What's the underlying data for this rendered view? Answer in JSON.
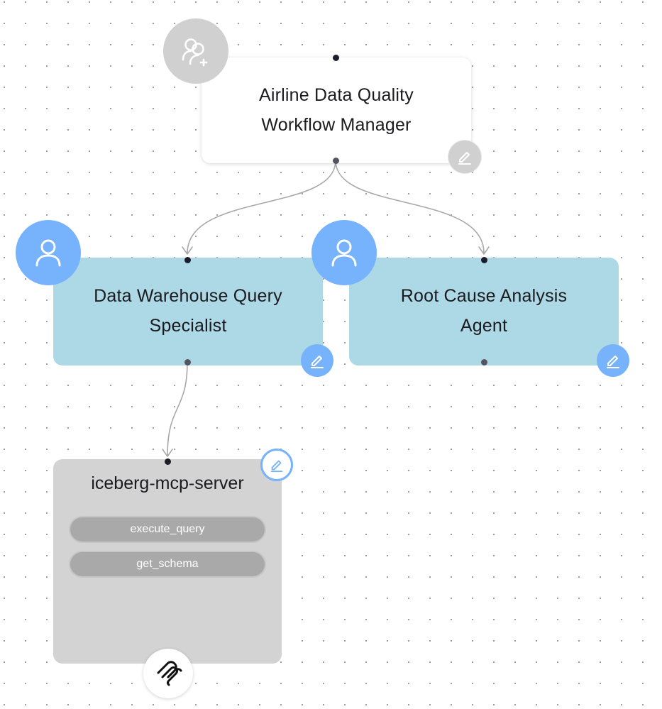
{
  "nodes": {
    "manager": {
      "label_line1": "Airline Data Quality",
      "label_line2": "Workflow Manager",
      "icon": "user-search-plus-icon",
      "edit_icon": "pencil-icon"
    },
    "agent_1": {
      "label_line1": "Data Warehouse Query",
      "label_line2": "Specialist",
      "icon": "user-icon",
      "edit_icon": "pencil-icon"
    },
    "agent_2": {
      "label_line1": "Root Cause Analysis",
      "label_line2": "Agent",
      "icon": "user-icon",
      "edit_icon": "pencil-icon"
    },
    "tool_server": {
      "title": "iceberg-mcp-server",
      "tools": [
        "execute_query",
        "get_schema"
      ],
      "icon": "mcp-logo-icon",
      "edit_icon": "pencil-icon"
    }
  },
  "edges": [
    {
      "from": "manager",
      "to": "agent_1"
    },
    {
      "from": "manager",
      "to": "agent_2"
    },
    {
      "from": "agent_1",
      "to": "tool_server"
    }
  ],
  "colors": {
    "agent_fill": "#add8e6",
    "manager_fill": "#ffffff",
    "tool_fill": "#d3d3d3",
    "accent_blue": "#76b3fc",
    "avatar_gray": "#d0d0d0",
    "edge": "#a8a8a8"
  }
}
